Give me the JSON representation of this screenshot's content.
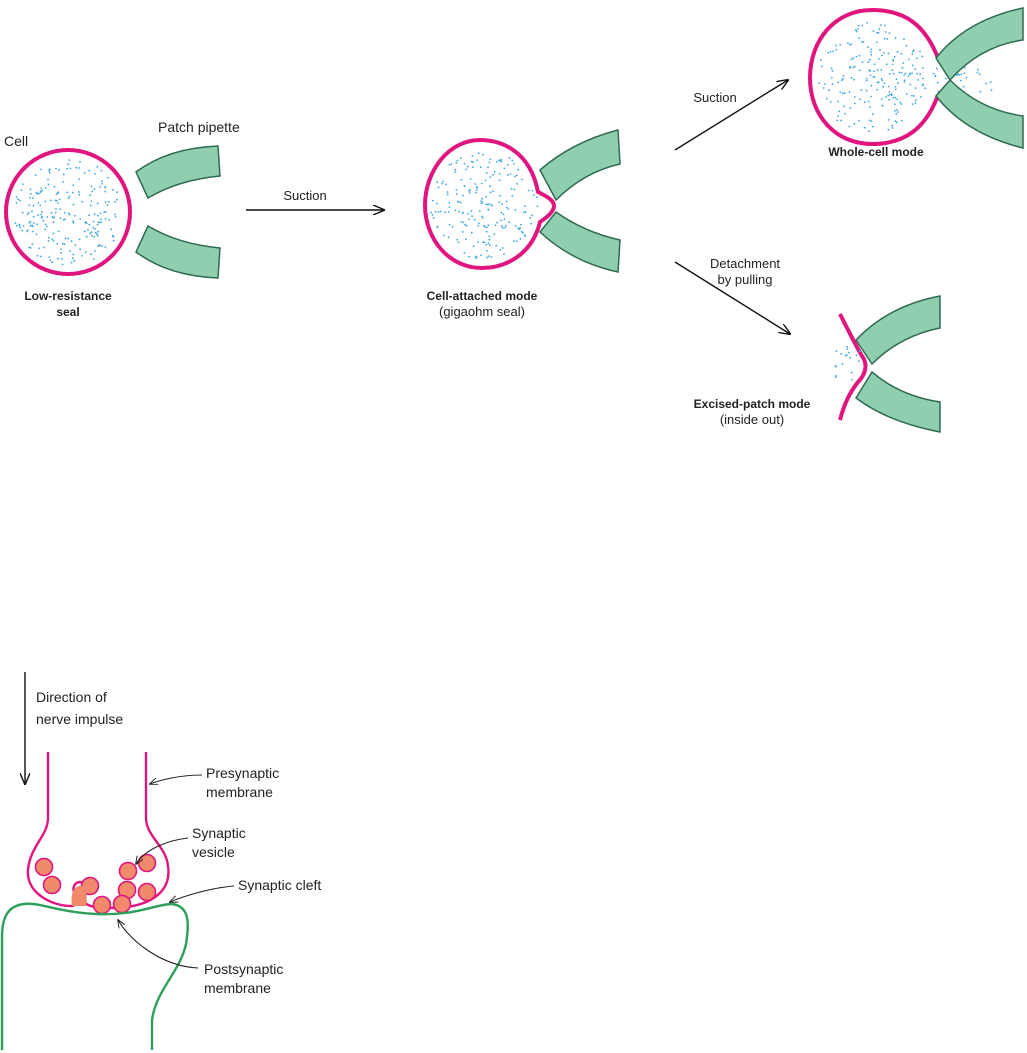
{
  "patch_clamp": {
    "labels": {
      "cell": "Cell",
      "patch_pipette": "Patch pipette",
      "low_resistance_line1": "Low-resistance",
      "low_resistance_line2": "seal",
      "suction_1": "Suction",
      "cell_attached_line1": "Cell-attached mode",
      "cell_attached_line2": "(gigaohm seal)",
      "suction_2": "Suction",
      "whole_cell": "Whole-cell mode",
      "detachment_line1": "Detachment",
      "detachment_line2": "by pulling",
      "excised_line1": "Excised-patch mode",
      "excised_line2": "(inside out)"
    }
  },
  "synapse": {
    "labels": {
      "direction_line1": "Direction of",
      "direction_line2": "nerve impulse",
      "presynaptic_line1": "Presynaptic",
      "presynaptic_line2": "membrane",
      "vesicle_line1": "Synaptic",
      "vesicle_line2": "vesicle",
      "cleft": "Synaptic cleft",
      "postsynaptic_line1": "Postsynaptic",
      "postsynaptic_line2": "membrane"
    }
  },
  "colors": {
    "membrane_magenta": "#e0157f",
    "pipette_fill": "#8fcfb0",
    "pipette_stroke": "#2e6b50",
    "cytoplasm_dots": "#3aa6e0",
    "postsynaptic_green": "#2ea05a",
    "vesicle_fill": "#f08a6a"
  }
}
